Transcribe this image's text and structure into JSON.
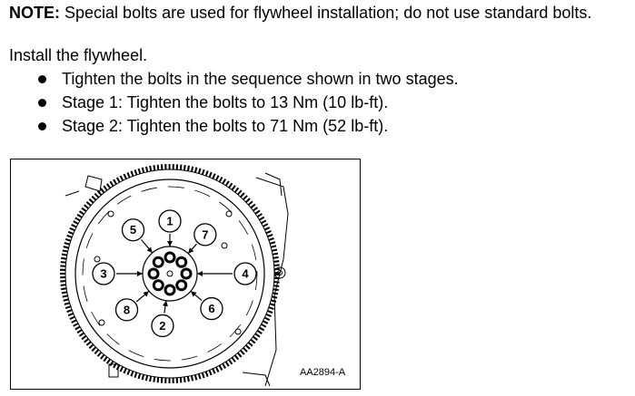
{
  "note": {
    "label": "NOTE:",
    "text": "Special bolts are used for flywheel installation; do not use standard bolts."
  },
  "intro": "Install the flywheel.",
  "steps": [
    "Tighten the bolts in the sequence shown in two stages.",
    "Stage 1: Tighten the bolts to 13 Nm (10 lb-ft).",
    "Stage 2: Tighten the bolts to 71 Nm (52 lb-ft)."
  ],
  "figure": {
    "code": "AA2894-A",
    "sequence_labels": [
      "1",
      "2",
      "3",
      "4",
      "5",
      "6",
      "7",
      "8"
    ]
  }
}
